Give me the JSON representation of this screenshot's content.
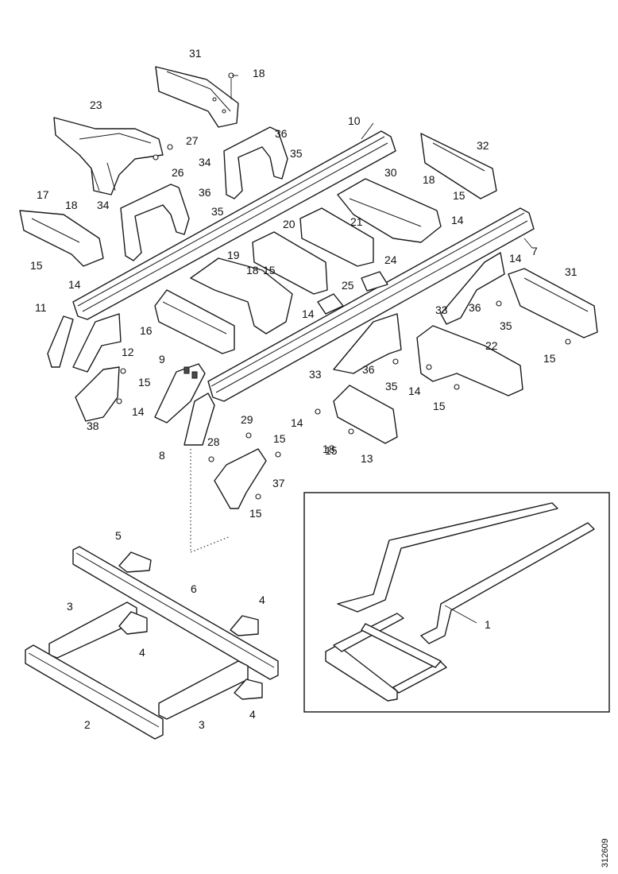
{
  "reference_number": "312609",
  "callouts": {
    "p1": "1",
    "p2": "2",
    "p3a": "3",
    "p3b": "3",
    "p4a": "4",
    "p4b": "4",
    "p4c": "4",
    "p5": "5",
    "p6": "6",
    "p7": "7",
    "p8": "8",
    "p9": "9",
    "p10": "10",
    "p11": "11",
    "p12": "12",
    "p13": "13",
    "p14a": "14",
    "p14b": "14",
    "p14c": "14",
    "p14d": "14",
    "p14e": "14",
    "p14f": "14",
    "p14g": "14",
    "p15a": "15",
    "p15b": "15",
    "p15c": "15",
    "p15d": "15",
    "p15e": "15",
    "p15f": "15",
    "p15g": "15",
    "p15h": "15",
    "p15i": "15",
    "p16": "16",
    "p17": "17",
    "p18a": "18",
    "p18b": "18",
    "p18c": "18",
    "p18d": "18",
    "p18e": "18",
    "p19": "19",
    "p20": "20",
    "p21": "21",
    "p22": "22",
    "p23": "23",
    "p24": "24",
    "p25": "25",
    "p26": "26",
    "p27": "27",
    "p28": "28",
    "p29": "29",
    "p30": "30",
    "p31a": "31",
    "p31b": "31",
    "p32": "32",
    "p33a": "33",
    "p33b": "33",
    "p34a": "34",
    "p34b": "34",
    "p35a": "35",
    "p35b": "35",
    "p35c": "35",
    "p35d": "35",
    "p36a": "36",
    "p36b": "36",
    "p36c": "36",
    "p36d": "36",
    "p37": "37",
    "p38": "38"
  }
}
